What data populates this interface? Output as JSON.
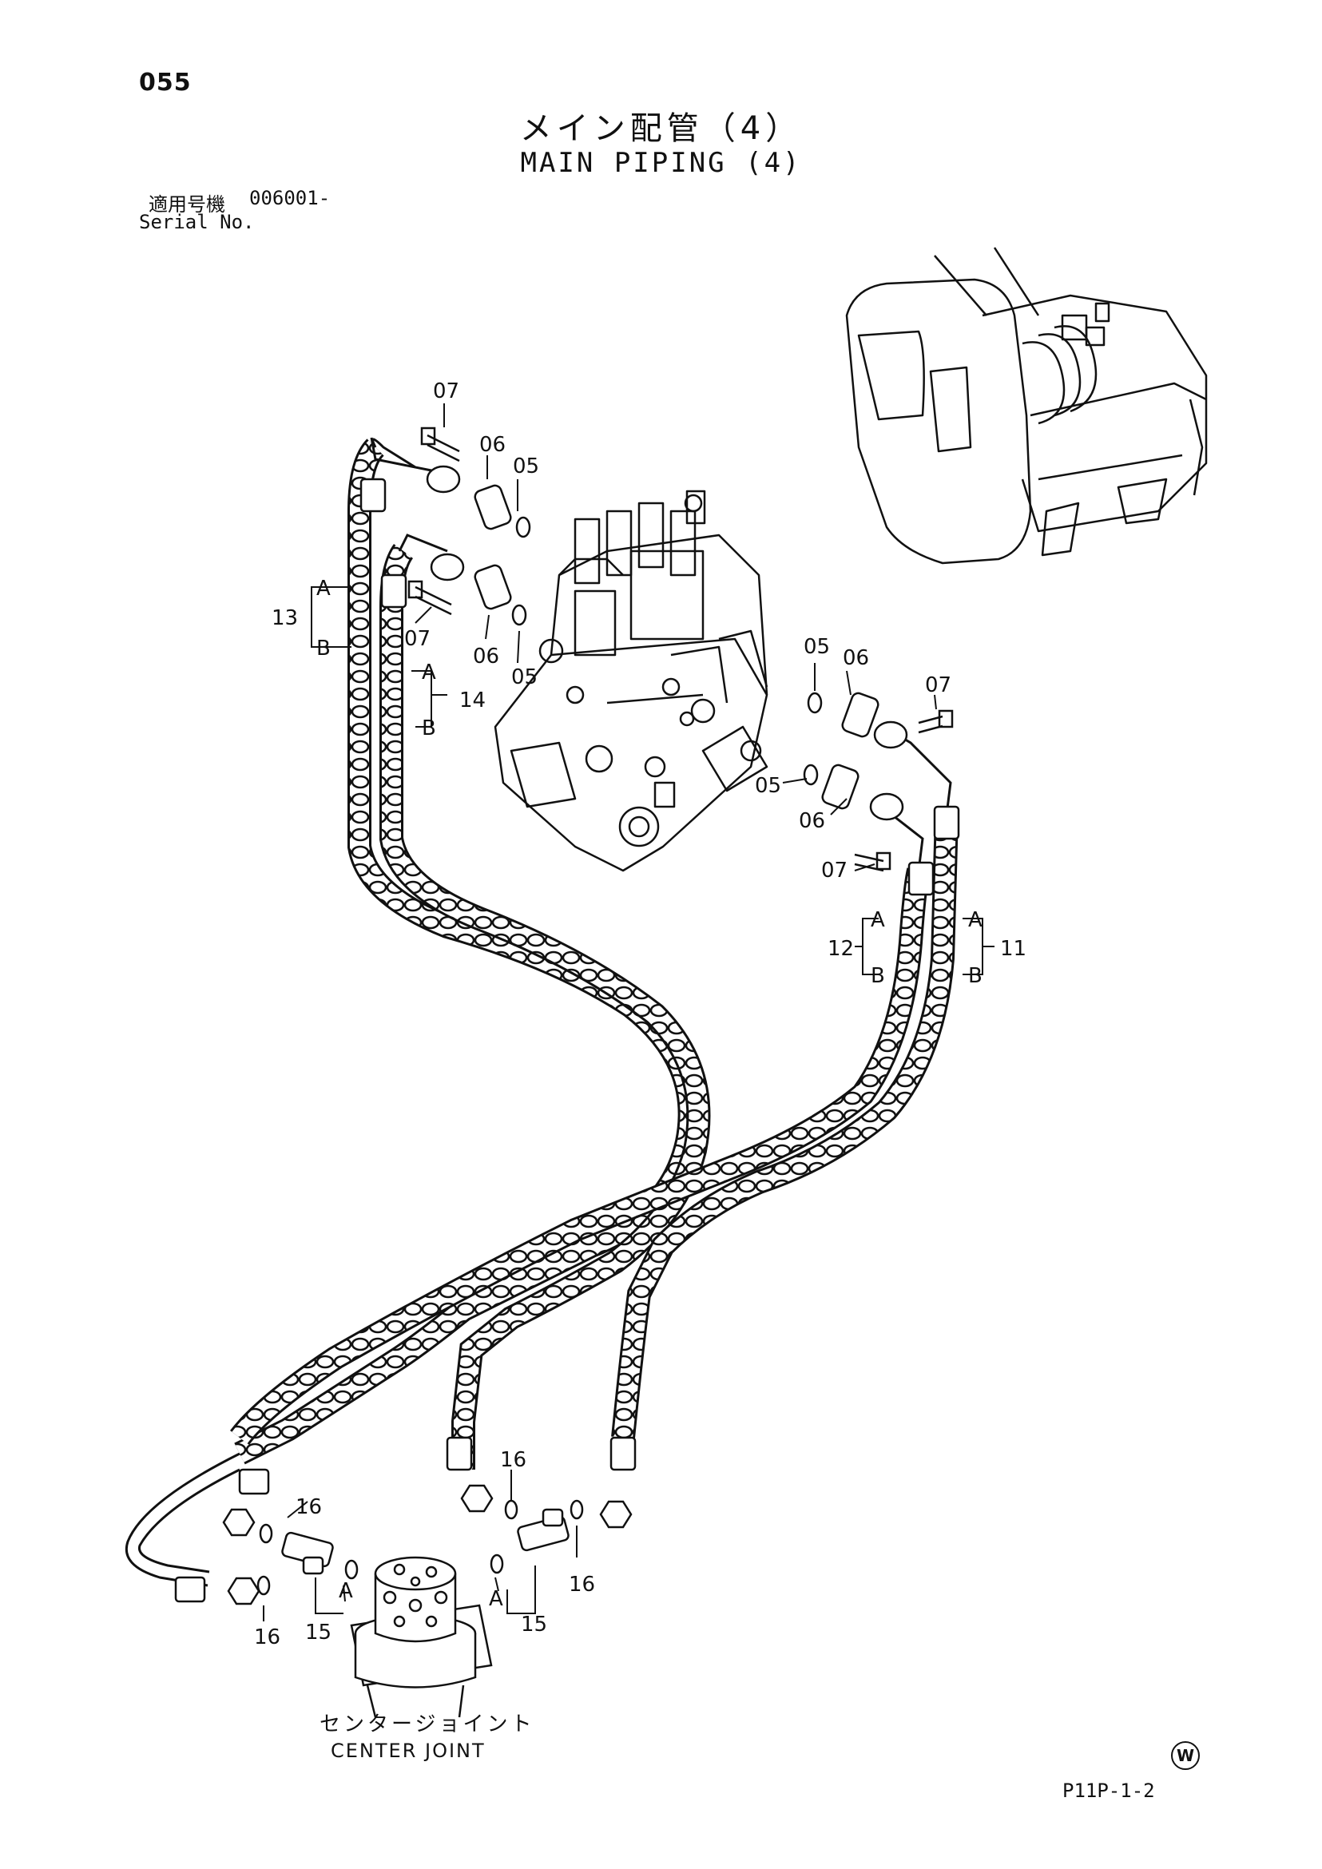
{
  "page_number": "055",
  "title_jp": "メイン配管（4）",
  "title_en": "MAIN PIPING (4)",
  "serial": {
    "label_jp": "適用号機",
    "value": "006001-",
    "label_en": "Serial No."
  },
  "callouts": {
    "c05": "05",
    "c06": "06",
    "c07": "07",
    "c11": "11",
    "c12": "12",
    "c13": "13",
    "c14": "14",
    "c15": "15",
    "c16": "16",
    "a": "A",
    "b": "B"
  },
  "center_joint": {
    "label_jp": "センタージョイント",
    "label_en": "CENTER JOINT"
  },
  "footer": {
    "code": "P11P-1-2",
    "mark": "W"
  }
}
